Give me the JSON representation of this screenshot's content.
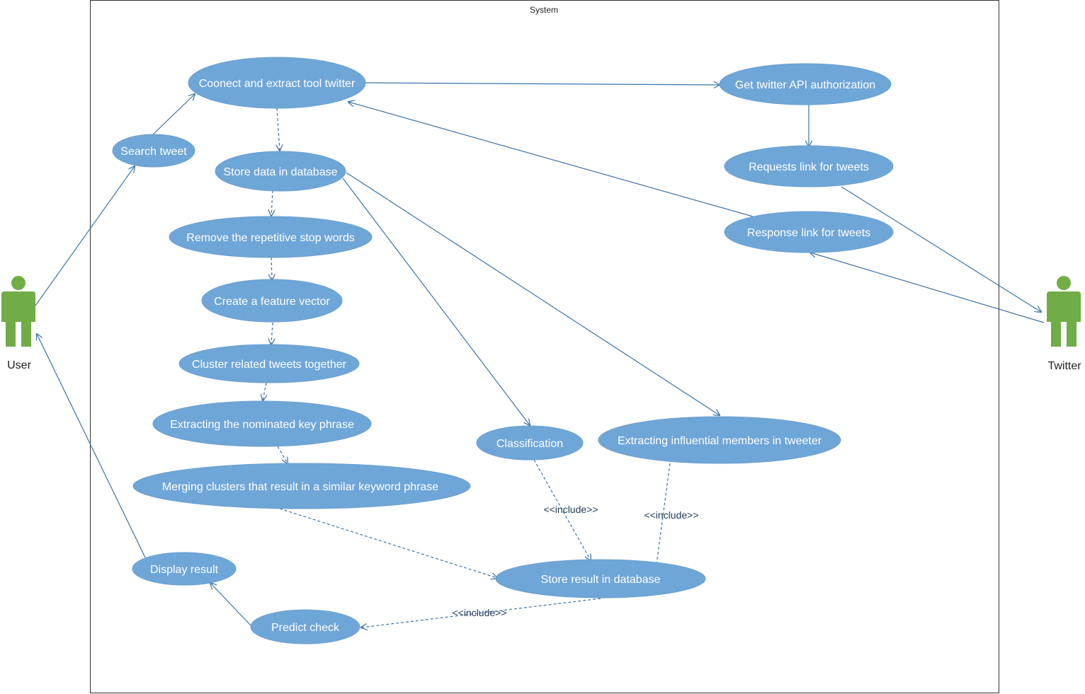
{
  "diagram": {
    "system_label": "System",
    "actors": [
      {
        "id": "user",
        "label": "User",
        "color": "#70ad47"
      },
      {
        "id": "twitter",
        "label": "Twitter",
        "color": "#70ad47"
      }
    ],
    "use_cases": [
      {
        "id": "connect",
        "label": "Coonect and extract tool twitter"
      },
      {
        "id": "search",
        "label": "Search tweet"
      },
      {
        "id": "store_data",
        "label": "Store data in database"
      },
      {
        "id": "remove_stop",
        "label": "Remove the repetitive stop words"
      },
      {
        "id": "feature_vector",
        "label": "Create a feature vector"
      },
      {
        "id": "cluster",
        "label": "Cluster related tweets together"
      },
      {
        "id": "extract_key",
        "label": "Extracting the nominated key phrase"
      },
      {
        "id": "merge",
        "label": "Merging clusters that result in a similar keyword phrase"
      },
      {
        "id": "display",
        "label": "Display result"
      },
      {
        "id": "predict",
        "label": "Predict check"
      },
      {
        "id": "store_result",
        "label": "Store result in database"
      },
      {
        "id": "classification",
        "label": "Classification"
      },
      {
        "id": "influential",
        "label": "Extracting influential members in tweeter"
      },
      {
        "id": "api_auth",
        "label": "Get twitter API authorization"
      },
      {
        "id": "requests_link",
        "label": "Requests link for tweets"
      },
      {
        "id": "response_link",
        "label": "Response link for tweets"
      }
    ],
    "include_labels": {
      "classification_store": "<<include>>",
      "influential_store": "<<include>>",
      "store_predict": "<<include>>"
    },
    "colors": {
      "use_case_fill": "#6fa6d8",
      "edge": "#3a73aa",
      "actor": "#70ad47"
    }
  }
}
